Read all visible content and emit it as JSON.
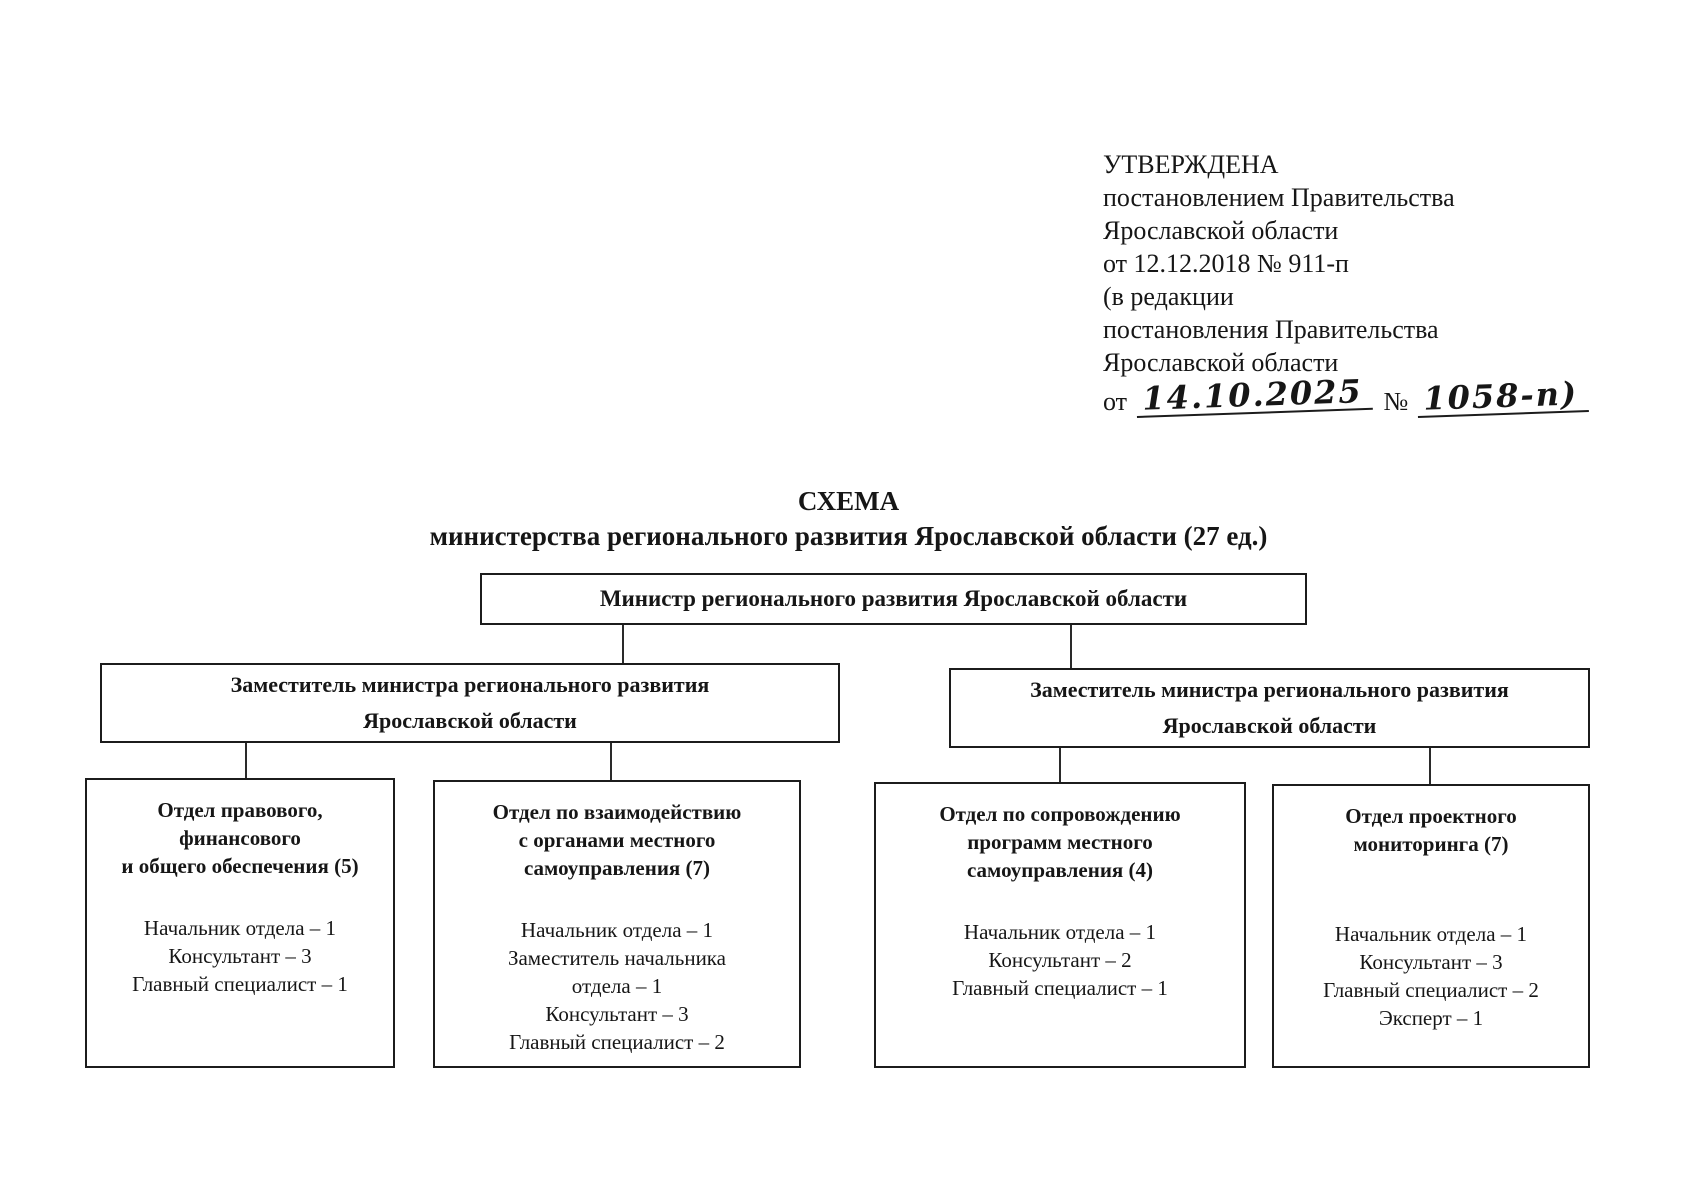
{
  "approval": {
    "lines": [
      "УТВЕРЖДЕНА",
      "постановлением Правительства",
      "Ярославской области",
      "от 12.12.2018 № 911-п",
      "(в редакции",
      "постановления Правительства",
      "Ярославской области"
    ],
    "amendment": {
      "prefix": "от",
      "date": "14.10.2025",
      "number_sign": "№",
      "number": "1058-п)"
    }
  },
  "title": {
    "heading": "СХЕМА",
    "subheading": "министерства регионального развития Ярославской области (27 ед.)"
  },
  "org_chart": {
    "minister": {
      "label": "Министр регионального развития Ярославской области"
    },
    "deputy_left": {
      "label": "Заместитель министра регионального развития\nЯрославской области"
    },
    "deputy_right": {
      "label": "Заместитель министра регионального развития\nЯрославской области"
    },
    "departments": [
      {
        "title": "Отдел правового,\nфинансового\nи общего обеспечения (5)",
        "staff": "Начальник отдела – 1\nКонсультант – 3\nГлавный специалист – 1"
      },
      {
        "title": "Отдел по взаимодействию\nс органами местного\nсамоуправления (7)",
        "staff": "Начальник отдела – 1\nЗаместитель начальника\nотдела – 1\nКонсультант – 3\nГлавный специалист – 2"
      },
      {
        "title": "Отдел по сопровождению\nпрограмм местного\nсамоуправления (4)",
        "staff": "Начальник отдела – 1\nКонсультант – 2\nГлавный специалист – 1"
      },
      {
        "title": "Отдел проектного\nмониторинга (7)",
        "staff": "Начальник отдела – 1\nКонсультант – 3\nГлавный специалист – 2\nЭксперт – 1"
      }
    ]
  },
  "colors": {
    "ink": "#1c1c1c",
    "paper": "#ffffff"
  }
}
